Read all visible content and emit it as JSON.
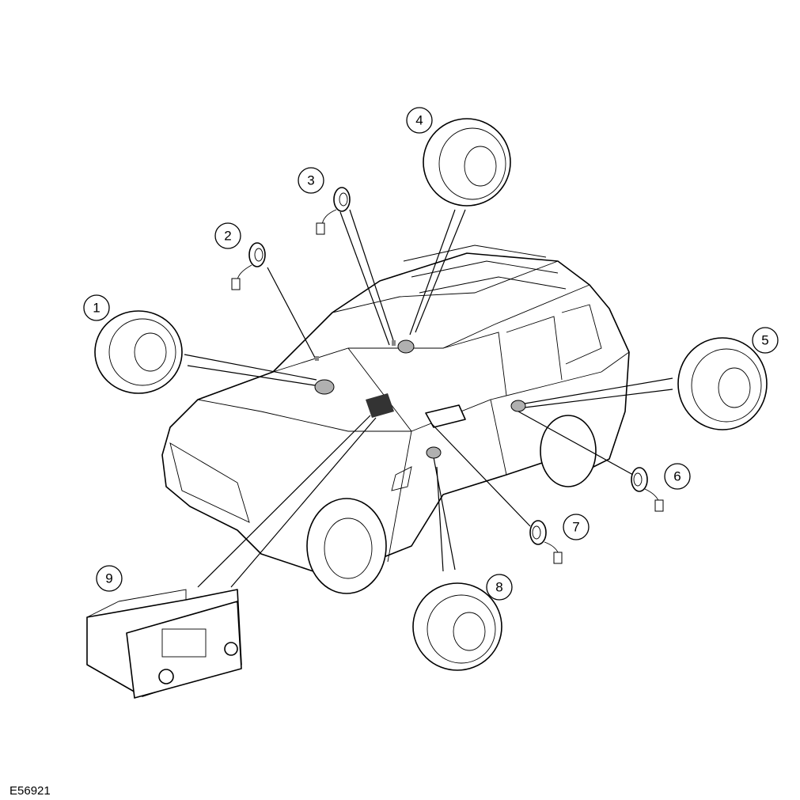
{
  "figure_id": "E56921",
  "callouts": [
    "1",
    "2",
    "3",
    "4",
    "5",
    "6",
    "7",
    "8",
    "9"
  ],
  "colors": {
    "line": "#000000",
    "background": "#ffffff",
    "component_shade": "#b0b0b0"
  }
}
